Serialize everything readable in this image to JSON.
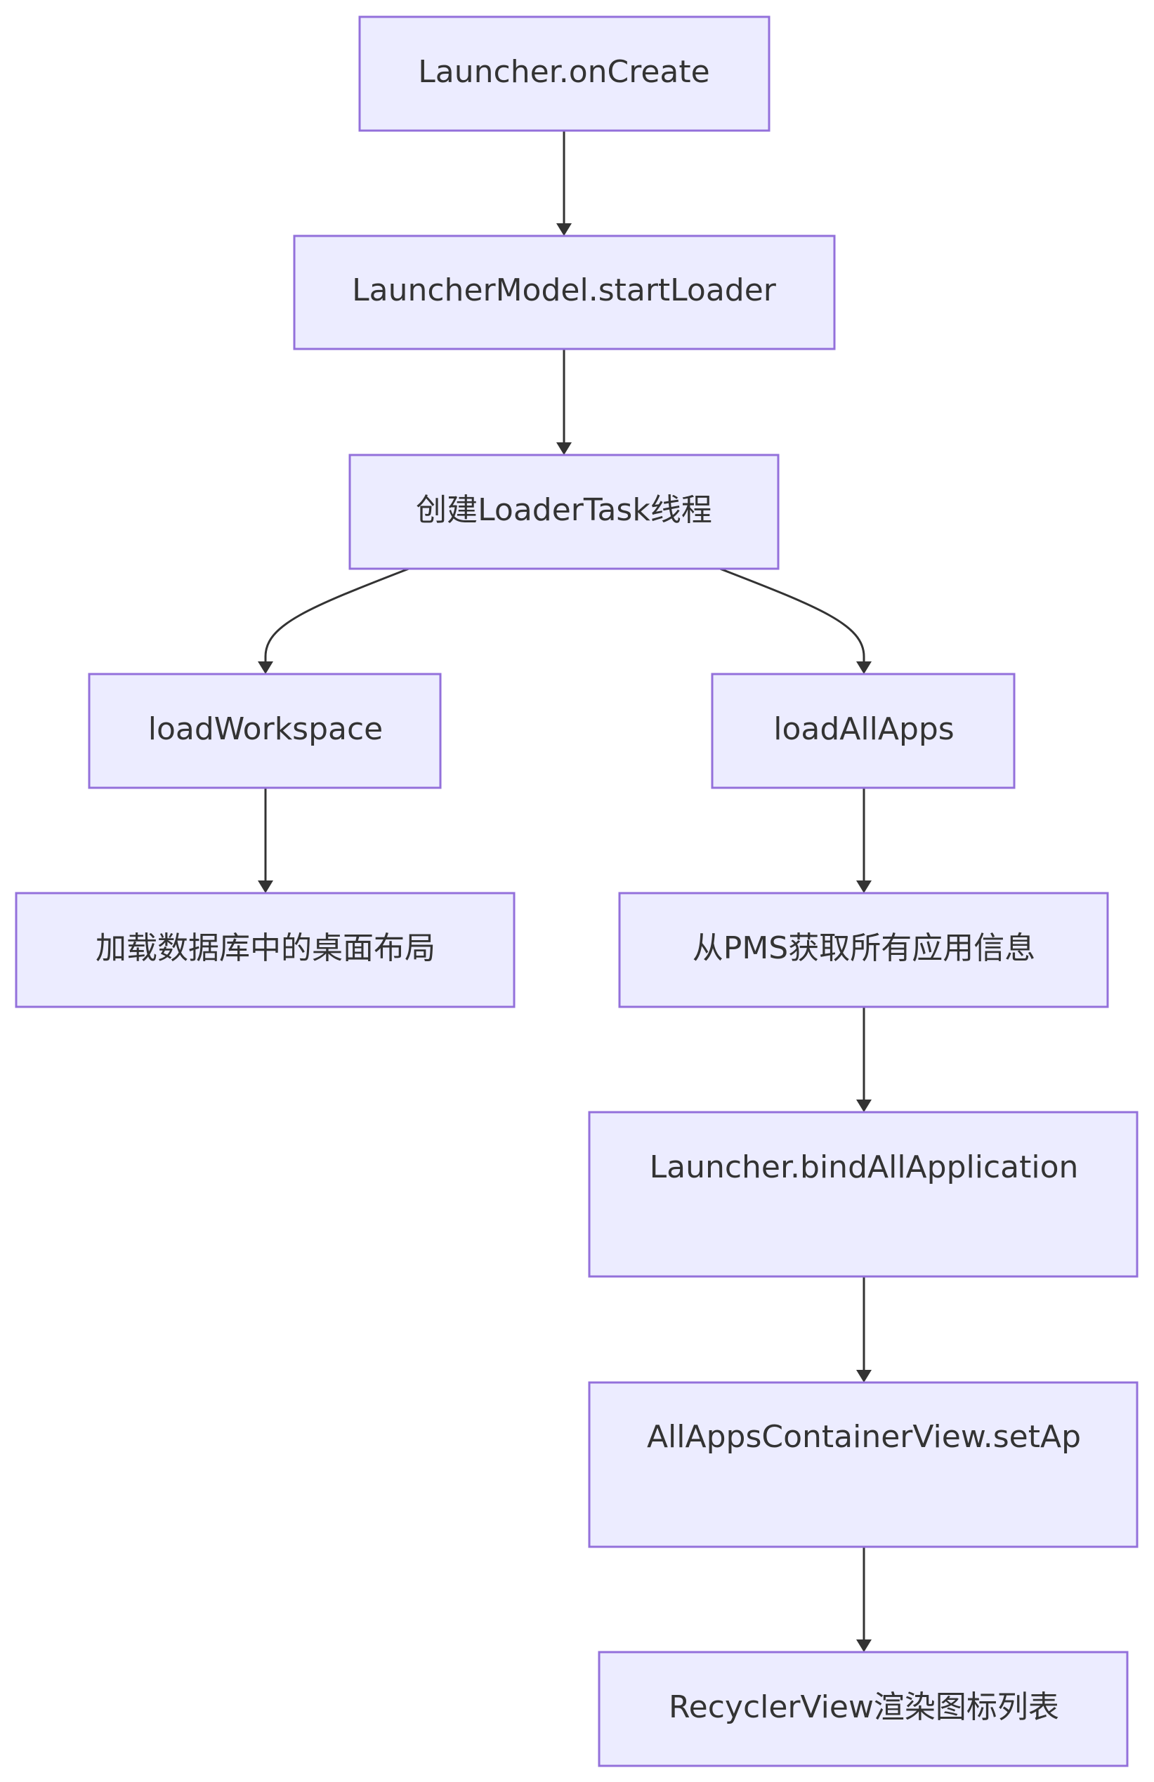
{
  "nodes": {
    "launcher_oncreate": "Launcher.onCreate",
    "start_loader": "LauncherModel.startLoader",
    "create_loadertask": "创建LoaderTask线程",
    "load_workspace": "loadWorkspace",
    "load_all_apps": "loadAllApps",
    "load_desktop_layout": "加载数据库中的桌面布局",
    "fetch_pms_apps": "从PMS获取所有应用信息",
    "bind_all_application": "Launcher.bindAllApplication",
    "set_apps": "AllAppsContainerView.setAp",
    "recyclerview_render": "RecyclerView渲染图标列表"
  },
  "colors": {
    "node_fill": "#ECECFF",
    "node_stroke": "#9370DB",
    "edge": "#333333",
    "text": "#333333"
  }
}
